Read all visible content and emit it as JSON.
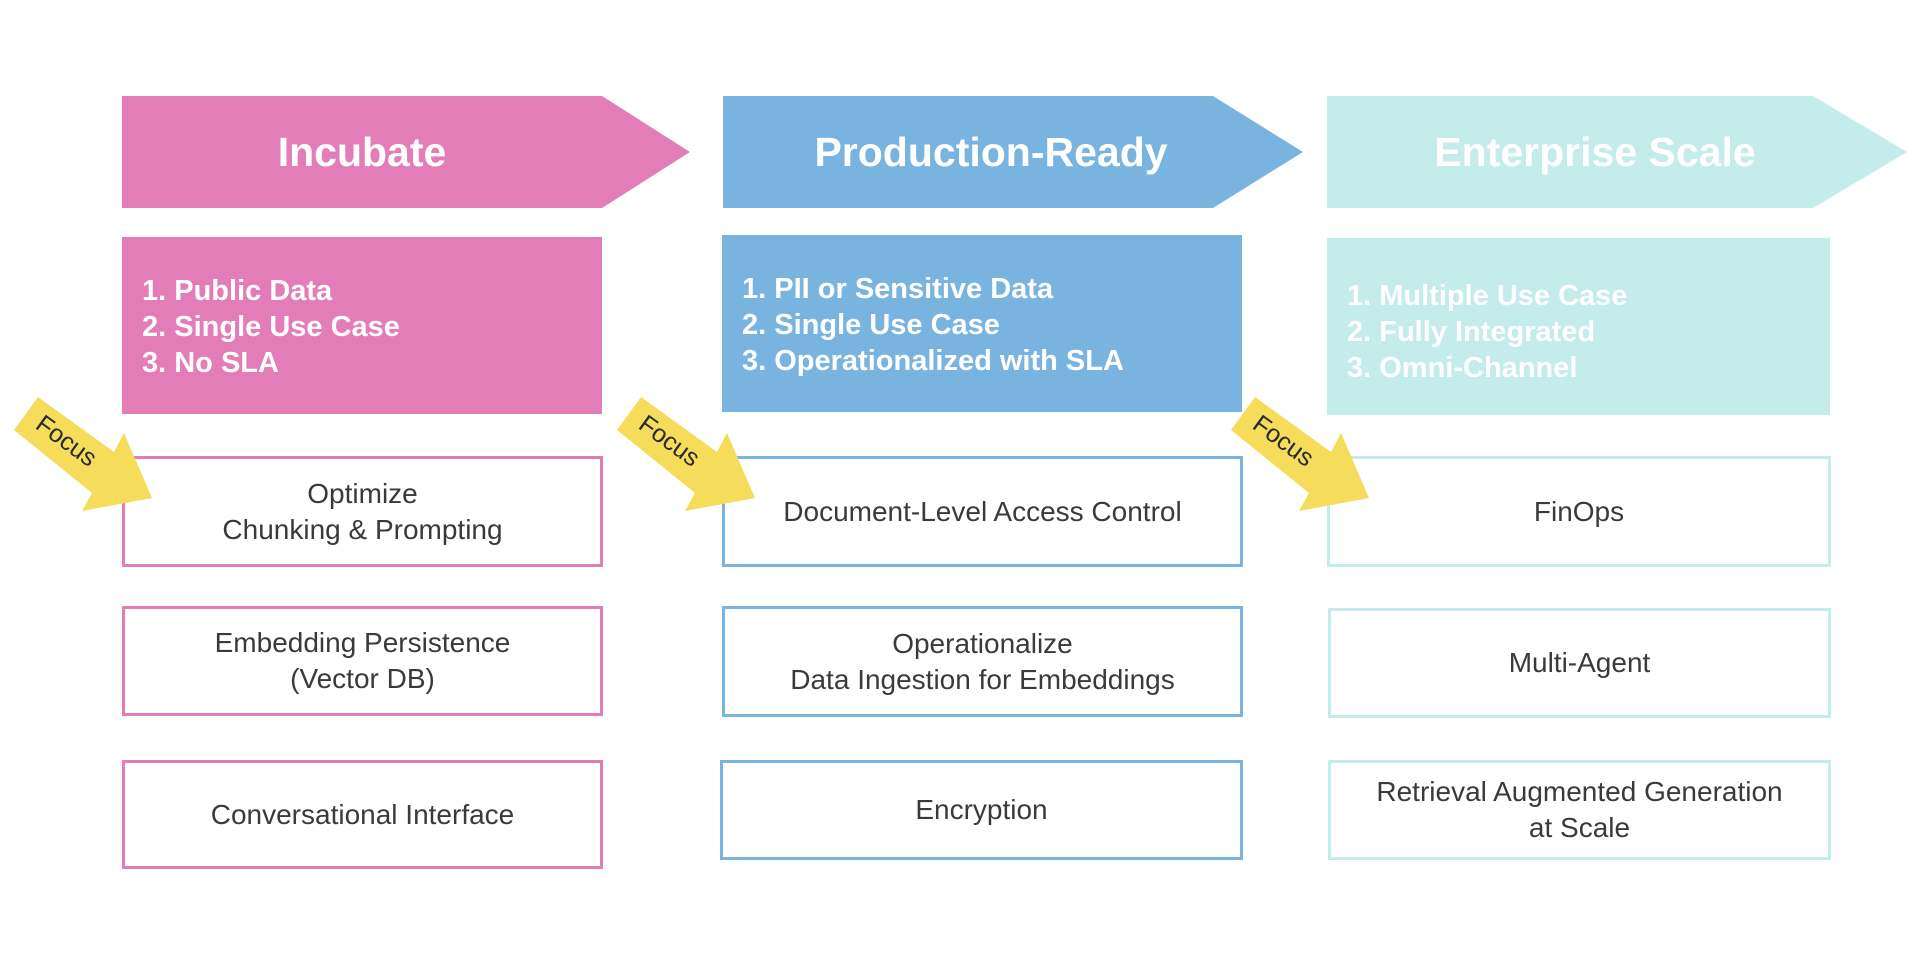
{
  "diagram": {
    "stages": [
      {
        "title": "Incubate",
        "color": "#e37db8",
        "requirements": [
          "1. Public Data",
          "2. Single Use Case",
          "3. No SLA"
        ],
        "focus_label": "Focus",
        "boxes": [
          "Optimize\nChunking & Prompting",
          "Embedding Persistence\n(Vector DB)",
          "Conversational Interface"
        ]
      },
      {
        "title": "Production-Ready",
        "color": "#79b3df",
        "requirements": [
          "1. PII or Sensitive Data",
          "2. Single Use Case",
          "3. Operationalized with SLA"
        ],
        "focus_label": "Focus",
        "boxes": [
          "Document-Level Access Control",
          "Operationalize\nData Ingestion for Embeddings",
          "Encryption"
        ]
      },
      {
        "title": "Enterprise Scale",
        "color": "#c3eceb",
        "requirements": [
          "1. Multiple Use Case",
          "2. Fully Integrated",
          "3. Omni-Channel"
        ],
        "focus_label": "Focus",
        "boxes": [
          "FinOps",
          "Multi-Agent",
          "Retrieval Augmented Generation\nat Scale"
        ]
      }
    ],
    "focus_arrow_color": "#f5dc5a"
  }
}
